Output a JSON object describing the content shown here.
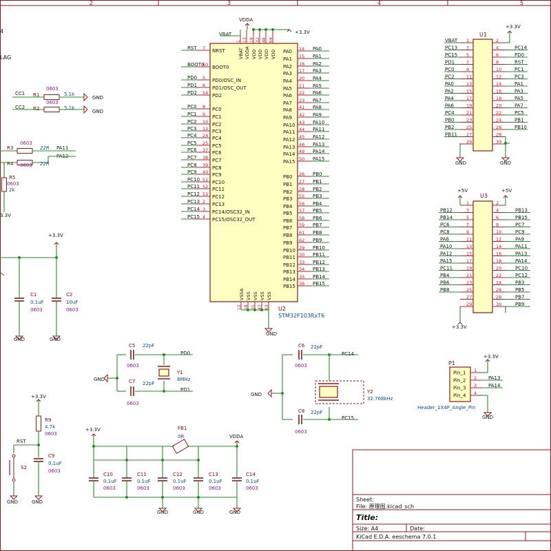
{
  "colors": {
    "background": "#ffffff",
    "frame": "#8b1a1a",
    "wire": "#2a8a2a",
    "pin": "#b22222",
    "symbol_fill": "#ffffc2",
    "ref_text": "#7a0000",
    "value_text": "#0a4a8a",
    "footprint_text": "#8a1a8a",
    "label_text": "#111111",
    "power_text": "#111111"
  },
  "frame": {
    "column_numbers": [
      "2",
      "3",
      "4",
      "5"
    ]
  },
  "title_block": {
    "sheet_label": "Sheet:",
    "file_label": "File: 原理图.kicad_sch",
    "title_label": "Title:",
    "size_label": "Size: A4",
    "date_label": "Date:",
    "tool_label": "KiCad E.D.A.  eeschema 7.0.1"
  },
  "fragments": {
    "top_left_1": "4",
    "top_left_2": "LAG"
  },
  "mcu": {
    "ref": "U2",
    "value": "STM32F103RxT6",
    "top_power": [
      "VBAT",
      "VDDA",
      "VDD",
      "VDD",
      "VDD",
      "VDD"
    ],
    "top_pin_numbers": [
      "1",
      "13",
      "19",
      "32",
      "48",
      "64"
    ],
    "bottom_power": [
      "VSSA",
      "VSS",
      "VSS",
      "VSS",
      "VSS"
    ],
    "bottom_pin_numbers": [
      "12",
      "18",
      "31",
      "47",
      "63"
    ],
    "left_pins": [
      {
        "num": "7",
        "name": "NRST",
        "net": "RST"
      },
      {
        "num": "60",
        "name": "BOOT0",
        "net": "BOOT0"
      },
      {
        "num": "5",
        "name": "PD0/OSC_IN",
        "net": "PD0"
      },
      {
        "num": "6",
        "name": "PD1/OSC_OUT",
        "net": "PD1"
      },
      {
        "num": "54",
        "name": "PD2",
        "net": "PD2"
      },
      {
        "num": "8",
        "name": "PC0",
        "net": "PC0"
      },
      {
        "num": "9",
        "name": "PC1",
        "net": "PC1"
      },
      {
        "num": "10",
        "name": "PC2",
        "net": "PC2"
      },
      {
        "num": "11",
        "name": "PC3",
        "net": "PC3"
      },
      {
        "num": "24",
        "name": "PC4",
        "net": "PC4"
      },
      {
        "num": "25",
        "name": "PC5",
        "net": "PC5"
      },
      {
        "num": "37",
        "name": "PC6",
        "net": "PC6"
      },
      {
        "num": "38",
        "name": "PC7",
        "net": "PC7"
      },
      {
        "num": "39",
        "name": "PC8",
        "net": "PC8"
      },
      {
        "num": "40",
        "name": "PC9",
        "net": "PC9"
      },
      {
        "num": "51",
        "name": "PC10",
        "net": "PC10"
      },
      {
        "num": "52",
        "name": "PC11",
        "net": "PC11"
      },
      {
        "num": "53",
        "name": "PC12",
        "net": "PC12"
      },
      {
        "num": "2",
        "name": "PC13",
        "net": "PC13"
      },
      {
        "num": "3",
        "name": "PC14/OSC32_IN",
        "net": "PC14"
      },
      {
        "num": "4",
        "name": "PC15/OSC32_OUT",
        "net": "PC15"
      }
    ],
    "right_pins_a": [
      {
        "num": "14",
        "name": "PA0",
        "net": "PA0"
      },
      {
        "num": "15",
        "name": "PA1",
        "net": "PA1"
      },
      {
        "num": "16",
        "name": "PA2",
        "net": "PA2"
      },
      {
        "num": "17",
        "name": "PA3",
        "net": "PA3"
      },
      {
        "num": "20",
        "name": "PA4",
        "net": "PA4"
      },
      {
        "num": "21",
        "name": "PA5",
        "net": "PA5"
      },
      {
        "num": "22",
        "name": "PA6",
        "net": "PA6"
      },
      {
        "num": "23",
        "name": "PA7",
        "net": "PA7"
      },
      {
        "num": "41",
        "name": "PA8",
        "net": "PA8"
      },
      {
        "num": "42",
        "name": "PA9",
        "net": "PA9"
      },
      {
        "num": "43",
        "name": "PA10",
        "net": "PA10"
      },
      {
        "num": "44",
        "name": "PA11",
        "net": "PA11"
      },
      {
        "num": "45",
        "name": "PA12",
        "net": "PA12"
      },
      {
        "num": "46",
        "name": "PA13",
        "net": "PA13"
      },
      {
        "num": "49",
        "name": "PA14",
        "net": "PA14"
      },
      {
        "num": "50",
        "name": "PA15",
        "net": "PA15"
      }
    ],
    "right_pins_b": [
      {
        "num": "26",
        "name": "PB0",
        "net": "PB0"
      },
      {
        "num": "27",
        "name": "PB1",
        "net": "PB1"
      },
      {
        "num": "28",
        "name": "PB2",
        "net": "PB2"
      },
      {
        "num": "55",
        "name": "PB3",
        "net": "PB3"
      },
      {
        "num": "56",
        "name": "PB4",
        "net": "PB4"
      },
      {
        "num": "57",
        "name": "PB5",
        "net": "PB5"
      },
      {
        "num": "58",
        "name": "PB6",
        "net": "PB6"
      },
      {
        "num": "59",
        "name": "PB7",
        "net": "PB7"
      },
      {
        "num": "61",
        "name": "PB8",
        "net": "PB8"
      },
      {
        "num": "62",
        "name": "PB9",
        "net": "PB9"
      },
      {
        "num": "29",
        "name": "PB10",
        "net": "PB10"
      },
      {
        "num": "30",
        "name": "PB11",
        "net": "PB11"
      },
      {
        "num": "33",
        "name": "PB12",
        "net": "PB12"
      },
      {
        "num": "34",
        "name": "PB13",
        "net": "PB13"
      },
      {
        "num": "35",
        "name": "PB14",
        "net": "PB14"
      },
      {
        "num": "36",
        "name": "PB15",
        "net": "PB15"
      }
    ]
  },
  "header_u1": {
    "ref": "U1",
    "power_top": "+3.3V",
    "left_gnd": "GND",
    "right_gnd": "GND",
    "left_nets": [
      "VBAT",
      "PC13",
      "PC15",
      "PD1",
      "PC0",
      "PC2",
      "PA0",
      "PA2",
      "PA4",
      "PA6",
      "PC4",
      "PB0",
      "PB2",
      "PB11",
      "",
      ""
    ],
    "right_nets": [
      "",
      "PC14",
      "PD0",
      "RST",
      "PC1",
      "PC3",
      "PA1",
      "PA3",
      "PA5",
      "PA7",
      "PC5",
      "PB1",
      "PB10",
      "",
      ""
    ],
    "left_nums": [
      "1",
      "3",
      "5",
      "7",
      "9",
      "11",
      "13",
      "15",
      "17",
      "19",
      "21",
      "23",
      "25",
      "27",
      "29"
    ],
    "right_nums": [
      "2",
      "4",
      "6",
      "8",
      "10",
      "12",
      "14",
      "16",
      "18",
      "20",
      "22",
      "24",
      "26",
      "28",
      "30"
    ]
  },
  "header_u3": {
    "ref": "U3",
    "power_left": "+5V",
    "power_right": "+5V",
    "power_bottom": "+3.3V",
    "bottom_gnd": "GND",
    "left_nets": [
      "",
      "PB12",
      "PB14",
      "PC6",
      "PC8",
      "PA8",
      "PA10",
      "PA12",
      "PA15",
      "PC11",
      "PB4",
      "PB6",
      "PB8",
      "",
      ""
    ],
    "right_nets": [
      "",
      "PB13",
      "PB15",
      "PC7",
      "PC9",
      "PA9",
      "PA11",
      "PA13",
      "PA14",
      "PC10",
      "PC12",
      "PB3",
      "PB5",
      "PB7",
      "PB9"
    ],
    "left_nums": [
      "1",
      "3",
      "5",
      "7",
      "9",
      "11",
      "13",
      "15",
      "17",
      "19",
      "21",
      "23",
      "25",
      "27",
      "29"
    ],
    "right_nums": [
      "2",
      "4",
      "6",
      "8",
      "10",
      "12",
      "14",
      "16",
      "18",
      "20",
      "22",
      "24",
      "26",
      "28",
      "30"
    ]
  },
  "connector_p1": {
    "ref": "P1",
    "value": "Header_1X4P_Angle_Pin",
    "power": "+3.3V",
    "gnd": "GND",
    "pins": [
      {
        "name": "Pin_1",
        "num": "1",
        "net": ""
      },
      {
        "name": "Pin_2",
        "num": "2",
        "net": "PA13"
      },
      {
        "name": "Pin_3",
        "num": "3",
        "net": "PA14"
      },
      {
        "name": "Pin_4",
        "num": "4",
        "net": ""
      }
    ]
  },
  "usb_cc": {
    "r1": {
      "ref": "R1",
      "value": "5.1k",
      "fp": "0603",
      "net": "CC1",
      "gnd": "GND"
    },
    "r2": {
      "ref": "R2",
      "value": "5.1k",
      "fp": "0603",
      "net": "CC2",
      "gnd": "GND"
    }
  },
  "usb_data": {
    "r3": {
      "ref": "R3",
      "value": "22R",
      "fp": "0603",
      "net": "PA11"
    },
    "r4": {
      "ref": "R4",
      "value": "22R",
      "fp": "0603",
      "net": "PA12"
    },
    "r5": {
      "ref": "R5",
      "value": "2k",
      "fp": "0603"
    },
    "power": "3.3V"
  },
  "decoupling_left": {
    "power": "+3.3V",
    "c1": {
      "ref": "C1",
      "value": "0.1uF",
      "fp": "0603"
    },
    "c2": {
      "ref": "C2",
      "value": "10uF",
      "fp": "0603"
    },
    "gnd": "GND"
  },
  "hse": {
    "c5": {
      "ref": "C5",
      "value": "22pF",
      "fp": "0603"
    },
    "c7": {
      "ref": "C7",
      "value": "22pF",
      "fp": "0603"
    },
    "y1": {
      "ref": "Y1",
      "value": "8MHz"
    },
    "net_top": "PD0",
    "net_bottom": "PD1",
    "gnd": "GND"
  },
  "lse": {
    "c6": {
      "ref": "C6",
      "value": "22pF",
      "fp": "0603"
    },
    "c8": {
      "ref": "C8",
      "value": "22pF",
      "fp": "0603"
    },
    "y2": {
      "ref": "Y2",
      "value": "32.768kHz"
    },
    "net_top": "PC14",
    "net_bottom": "PC15",
    "gnd": "GND"
  },
  "reset": {
    "power": "+3.3V",
    "r9": {
      "ref": "R9",
      "value": "4.7k",
      "fp": "0603"
    },
    "c9": {
      "ref": "C9",
      "value": "0.1uF",
      "fp": "0603"
    },
    "s2": {
      "ref": "S2"
    },
    "net": "RST",
    "gnd": "GND"
  },
  "power_filter": {
    "power": "+3.3V",
    "fb": {
      "ref": "FB1",
      "value": "0R"
    },
    "vdda": "VDDA",
    "caps": [
      {
        "ref": "C10",
        "value": "0.1uF",
        "fp": "0603"
      },
      {
        "ref": "C11",
        "value": "0.1uF",
        "fp": "0603"
      },
      {
        "ref": "C12",
        "value": "0.1uF",
        "fp": "0603"
      },
      {
        "ref": "C13",
        "value": "0.1uF",
        "fp": "0603"
      },
      {
        "ref": "C14",
        "value": "0.1uF",
        "fp": "0603"
      }
    ],
    "gnd": "GND"
  },
  "mcu_power": {
    "vdda": "VDDA",
    "vbat": "VBAT",
    "v33": "+3.3V",
    "gnd": "GND"
  }
}
